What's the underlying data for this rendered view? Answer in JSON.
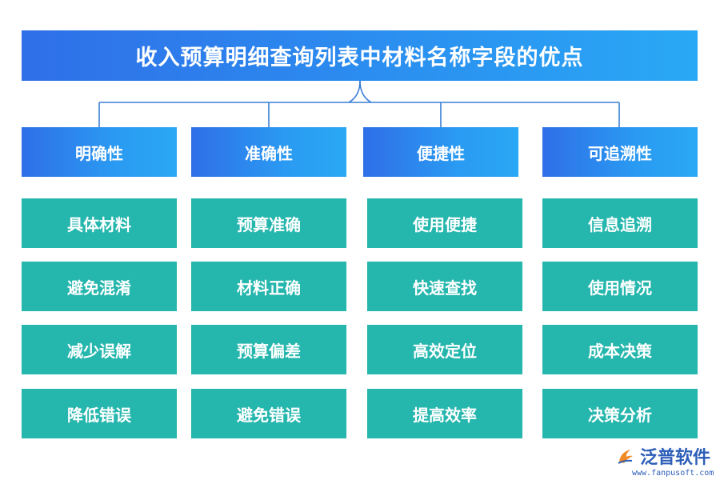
{
  "title": "收入预算明细查询列表中材料名称字段的优点",
  "columns": [
    {
      "header": "明确性",
      "items": [
        "具体材料",
        "避免混淆",
        "减少误解",
        "降低错误"
      ]
    },
    {
      "header": "准确性",
      "items": [
        "预算准确",
        "材料正确",
        "预算偏差",
        "避免错误"
      ]
    },
    {
      "header": "便捷性",
      "items": [
        "使用便捷",
        "快速查找",
        "高效定位",
        "提高效率"
      ]
    },
    {
      "header": "可追溯性",
      "items": [
        "信息追溯",
        "使用情况",
        "成本决策",
        "决策分析"
      ]
    }
  ],
  "logo": {
    "name": "泛普软件",
    "url": "www.fanpusoft.com"
  },
  "colors": {
    "header_blue": "#2f6fe8",
    "header_light": "#29a8f5",
    "cell_teal": "#25b6ad",
    "connector": "#3a7fd6"
  }
}
